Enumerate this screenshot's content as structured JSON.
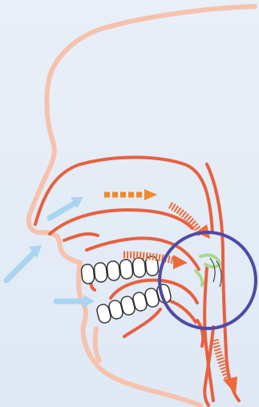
{
  "colors": {
    "background_top": "#e9eff7",
    "background_bottom": "#dfe9f5",
    "face_profile": "#f6c2ae",
    "airway_wall": "#e8603f",
    "airflow_inhaled": "#a9d5f2",
    "airflow_oral": "#ef6a3a",
    "airflow_nasal": "#f08a2a",
    "teeth_outline": "#2b2b2b",
    "teeth_fill": "#ffffff",
    "soft_tissue_highlight": "#a9d98a",
    "focus_circle": "#4f4aa8"
  },
  "icons": {
    "inhale_arrow": "arrow-right",
    "airflow_arrow": "dashed-arrow",
    "focus_marker": "circle-outline"
  }
}
